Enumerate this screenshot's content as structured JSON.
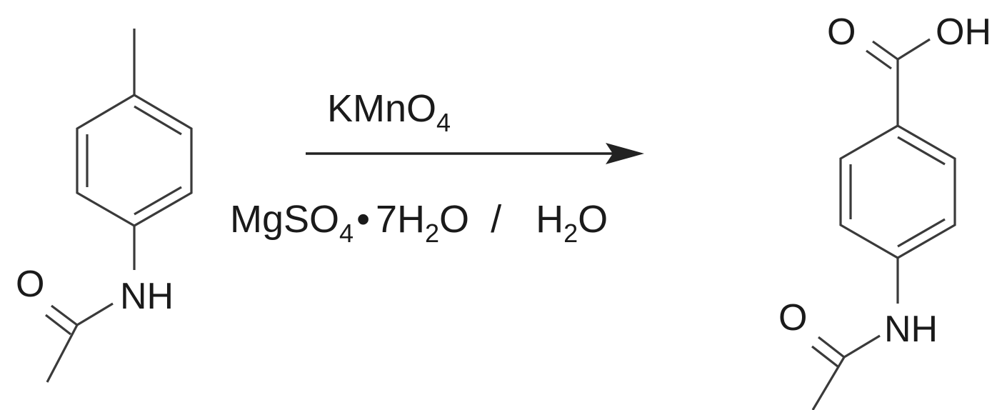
{
  "reaction": {
    "reactant": {
      "atom_labels": {
        "carbonyl_oxygen": "O",
        "amide_nitrogen": "NH"
      }
    },
    "product": {
      "atom_labels": {
        "acid_carbonyl_oxygen": "O",
        "acid_hydroxyl": "OH",
        "carbonyl_oxygen": "O",
        "amide_nitrogen": "NH"
      }
    },
    "conditions": {
      "above_arrow": {
        "main": "KMnO",
        "subscript": "4"
      },
      "below_arrow": {
        "salt": "MgSO",
        "salt_subscript": "4",
        "dot": "•",
        "hydrate_coefficient": "7H",
        "hydrate_subscript": "2",
        "hydrate_tail": "O",
        "separator": "/",
        "solvent_main": "H",
        "solvent_subscript": "2",
        "solvent_tail": "O"
      }
    }
  }
}
